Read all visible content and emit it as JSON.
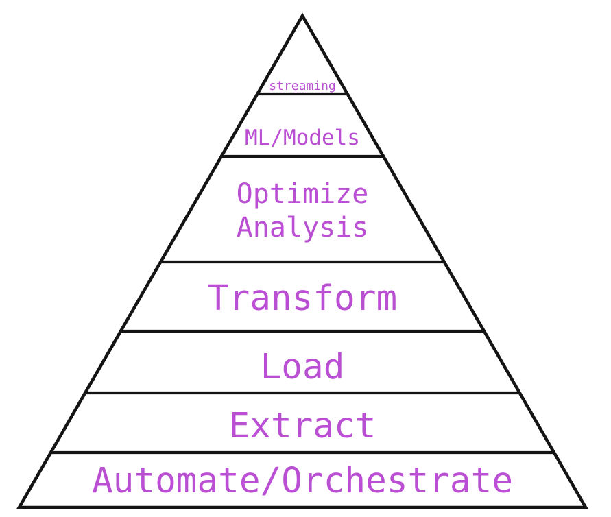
{
  "diagram": {
    "type": "pyramid",
    "background_color": "#ffffff",
    "outline_color": "#141414",
    "label_color": "#ba4fd4",
    "levels": [
      {
        "label": "streaming"
      },
      {
        "label": "ML/Models"
      },
      {
        "label": "Optimize Analysis",
        "lines": [
          "Optimize",
          "Analysis"
        ]
      },
      {
        "label": "Transform"
      },
      {
        "label": "Load"
      },
      {
        "label": "Extract"
      },
      {
        "label": "Automate/Orchestrate"
      }
    ]
  }
}
